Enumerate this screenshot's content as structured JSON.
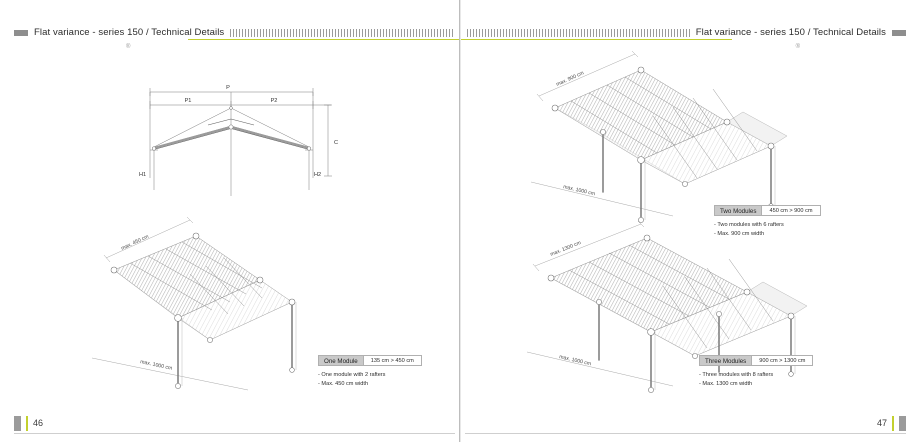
{
  "document": {
    "header_title": "Flat variance - series 150 /  Technical Details",
    "reg_mark": "®"
  },
  "pages": {
    "left": {
      "number": "46"
    },
    "right": {
      "number": "47"
    }
  },
  "dimension_diagram": {
    "labels": {
      "span_total": "P",
      "span_left": "P1",
      "span_right": "P2",
      "height_center": "C",
      "height_left": "H1",
      "height_right": "H2"
    }
  },
  "modules": [
    {
      "id": "one-module",
      "title": "One Module",
      "range": "135 cm > 450 cm",
      "bullets": [
        "- One module with 2 rafters",
        "- Max. 450 cm width"
      ],
      "drawing_dims": {
        "width": "max. 450 cm",
        "depth": "max. 1000 cm"
      }
    },
    {
      "id": "two-modules",
      "title": "Two Modules",
      "range": "450 cm > 900 cm",
      "bullets": [
        "- Two modules with 6 rafters",
        "- Max. 900 cm width"
      ],
      "drawing_dims": {
        "width": "max. 900 cm",
        "depth": "max. 1000 cm"
      }
    },
    {
      "id": "three-modules",
      "title": "Three Modules",
      "range": "900 cm > 1300 cm",
      "bullets": [
        "- Three modules with 8 rafters",
        "- Max. 1300 cm width"
      ],
      "drawing_dims": {
        "width": "max. 1300 cm",
        "depth": "max. 1000 cm"
      }
    }
  ],
  "colors": {
    "accent": "#c3d02e",
    "header_block": "#8e8e8e",
    "spec_header_bg": "#c9c9c9",
    "line": "#9a9a9a"
  }
}
